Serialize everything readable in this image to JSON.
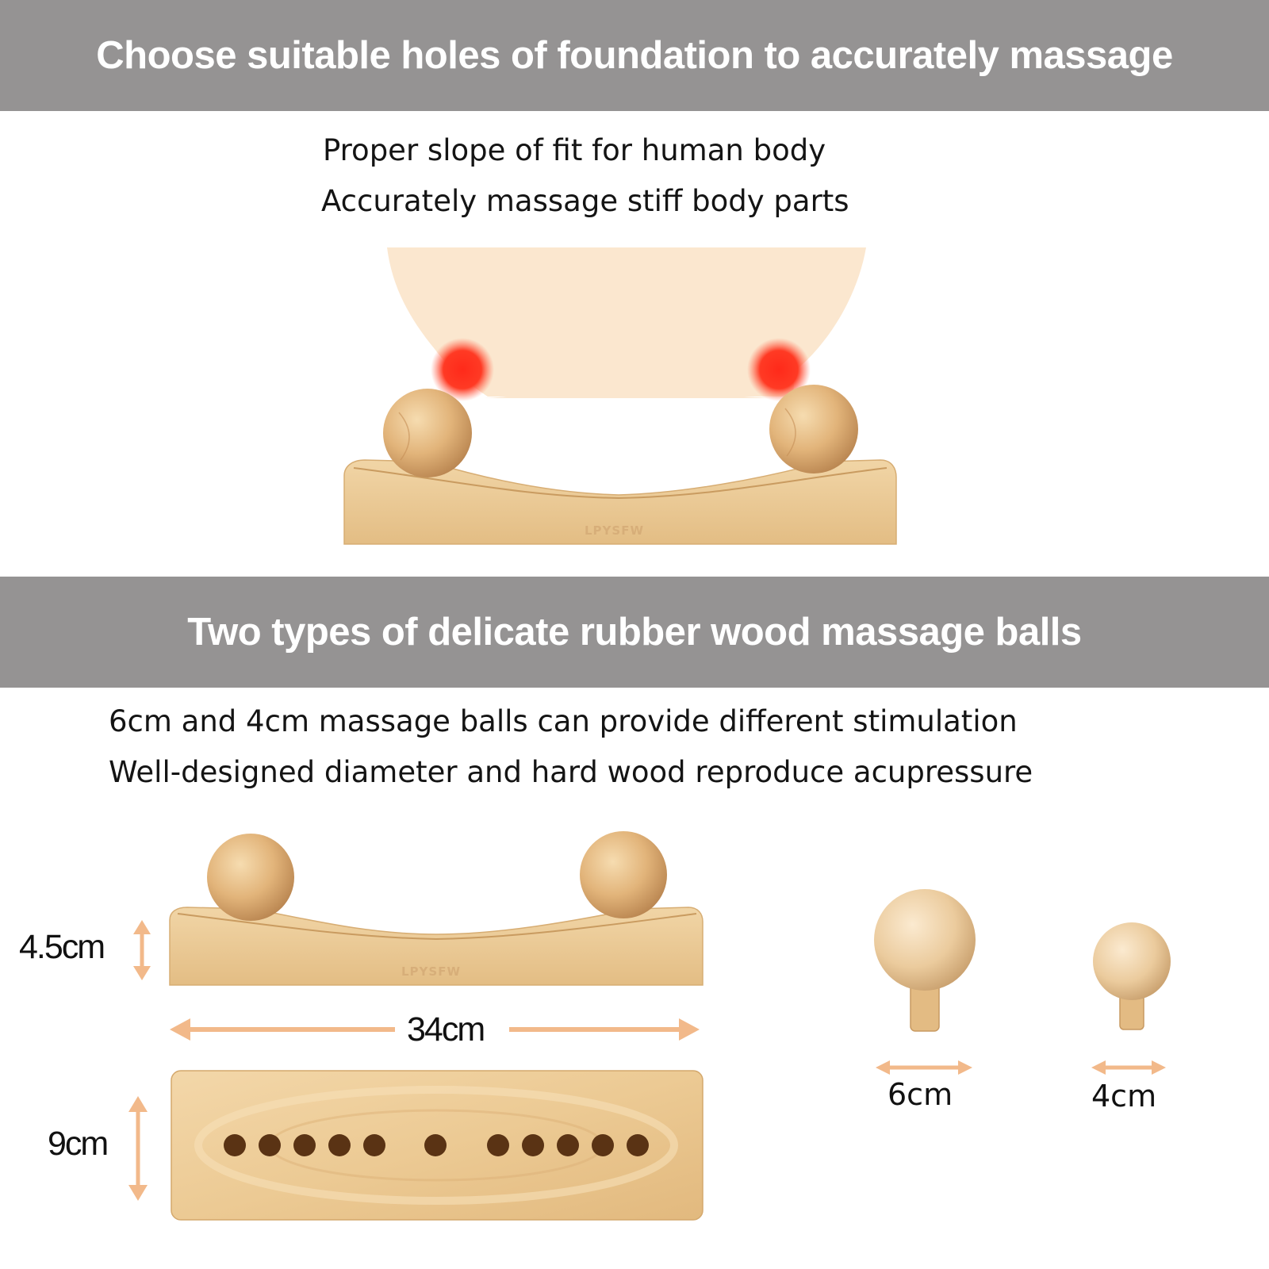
{
  "section1": {
    "heading": "Choose suitable holes of foundation to accurately massage",
    "line1": "Proper slope of fit for human body",
    "line2": "Accurately massage stiff body parts",
    "logo": "LPYSFW"
  },
  "section2": {
    "heading": "Two types of delicate rubber wood massage balls",
    "line1": "6cm and 4cm massage balls can provide different stimulation",
    "line2": "Well-designed diameter and hard wood reproduce acupressure",
    "logo": "LPYSFW",
    "height_label": "4.5cm",
    "length_label": "34cm",
    "width_label": "9cm",
    "ball_large_label": "6cm",
    "ball_small_label": "4cm"
  },
  "colors": {
    "banner": "#959393",
    "wood": "#e8c58e",
    "skin": "#fbe7cf",
    "pressure_point": "#ff2a1a",
    "arrow": "#f2b98a"
  }
}
